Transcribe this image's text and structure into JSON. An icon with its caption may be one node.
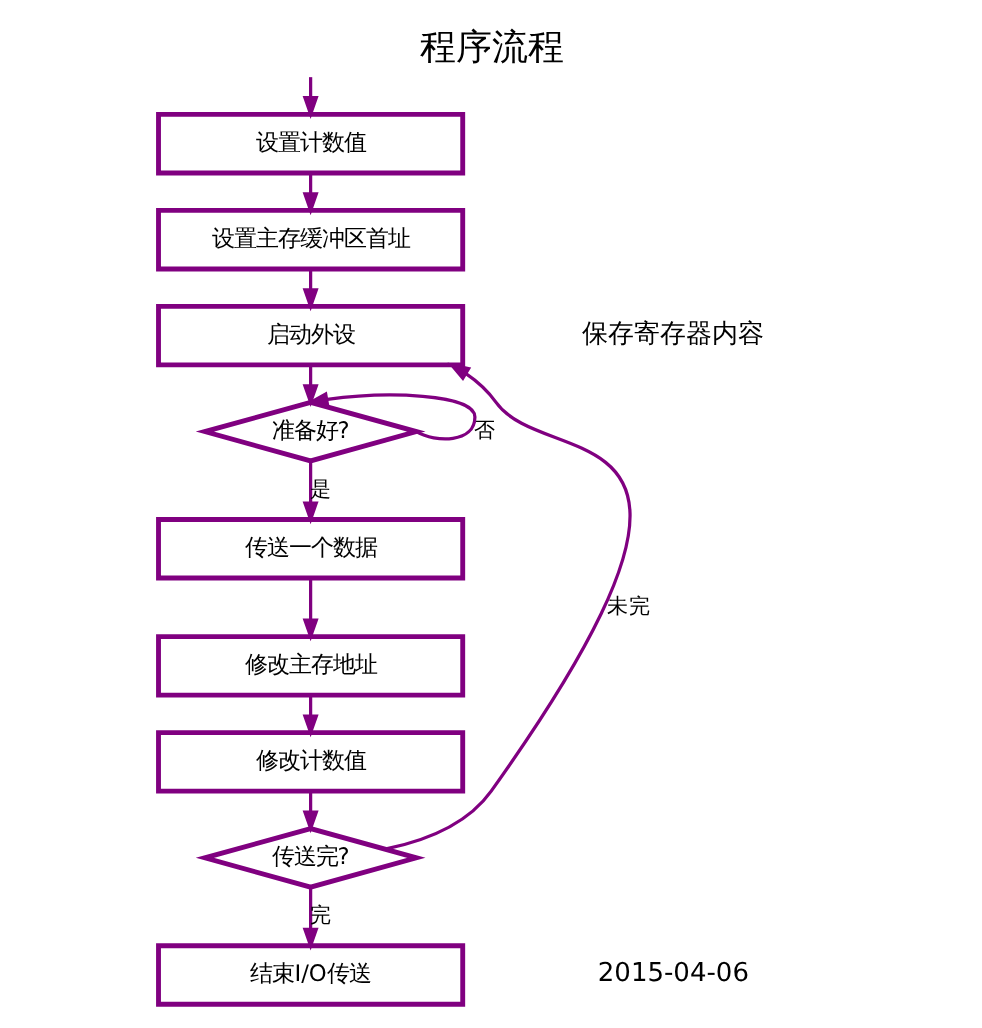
{
  "diagram": {
    "title": "程序流程",
    "nodes": [
      {
        "text": [
          "设置计数值"
        ]
      },
      {
        "text": [
          "设置主存缓冲区首址"
        ]
      },
      {
        "text": [
          "启动外设"
        ]
      },
      {
        "text": [
          "准备好?"
        ]
      },
      {
        "text": [
          "传送一个数据"
        ]
      },
      {
        "text": [
          "修改主存地址"
        ]
      },
      {
        "text": [
          "修改计数值"
        ]
      },
      {
        "text": [
          "传送完?"
        ]
      },
      {
        "text": [
          "结束I/O传送"
        ]
      }
    ],
    "edges": [
      {
        "from": null,
        "to": 0,
        "arrow": "to"
      },
      {
        "from": 0,
        "to": 1,
        "arrow": "to"
      },
      {
        "from": 1,
        "to": 2,
        "arrow": "to"
      },
      {
        "from": 2,
        "to": 3,
        "arrow": "to"
      },
      {
        "from": 3,
        "to": 3,
        "arrow": "to",
        "label": "否"
      },
      {
        "from": 3,
        "to": 4,
        "arrow": "to",
        "label": "是"
      },
      {
        "from": 4,
        "to": 5,
        "arrow": "to"
      },
      {
        "from": 5,
        "to": 6,
        "arrow": "to"
      },
      {
        "from": 6,
        "to": 7,
        "arrow": "to"
      },
      {
        "from": 7,
        "to": 2,
        "arrow": "to",
        "label": "未完"
      },
      {
        "from": 7,
        "to": 8,
        "arrow": "to",
        "label": "完"
      }
    ],
    "labels": [
      "保存寄存器内容",
      "2015-04-06"
    ]
  }
}
